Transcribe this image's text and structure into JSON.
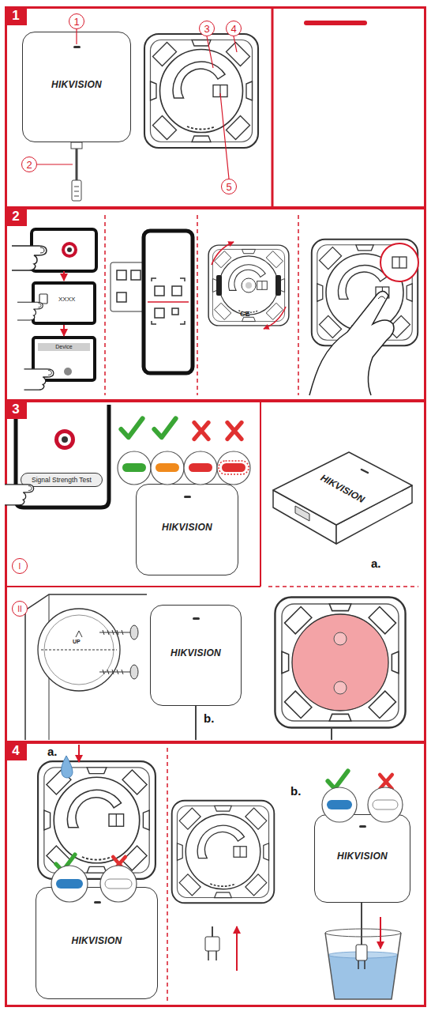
{
  "diagram": {
    "nodes": [
      {
        "text": [
          "1"
        ]
      },
      {
        "text": [
          "HIKVISION"
        ],
        "in": 0
      },
      {
        "text": [
          "2"
        ]
      },
      {
        "text": [
          "XXXX"
        ],
        "in": 2
      },
      {
        "text": [
          "Device"
        ],
        "in": 2
      },
      {
        "text": [
          "3"
        ]
      },
      {
        "text": [
          "Signal Strength Test"
        ],
        "in": 5
      },
      {
        "text": [
          "HIKVISION"
        ],
        "in": 5
      },
      {
        "text": [
          "HIKVISION"
        ],
        "in": 5
      },
      {
        "text": [
          "HIKVISION"
        ],
        "in": 5
      },
      {
        "text": [
          "4"
        ]
      },
      {
        "text": [
          "HIKVISION"
        ],
        "in": 10
      },
      {
        "text": [
          "HIKVISION"
        ],
        "in": 10
      }
    ],
    "edges": [
      {
        "from": 3,
        "to": 4,
        "arrow": "to"
      }
    ],
    "labels": [
      "1",
      "2",
      "3",
      "4",
      "5",
      "CE",
      "I",
      "a.",
      "II",
      "UP",
      "b.",
      "a.",
      "b."
    ]
  }
}
